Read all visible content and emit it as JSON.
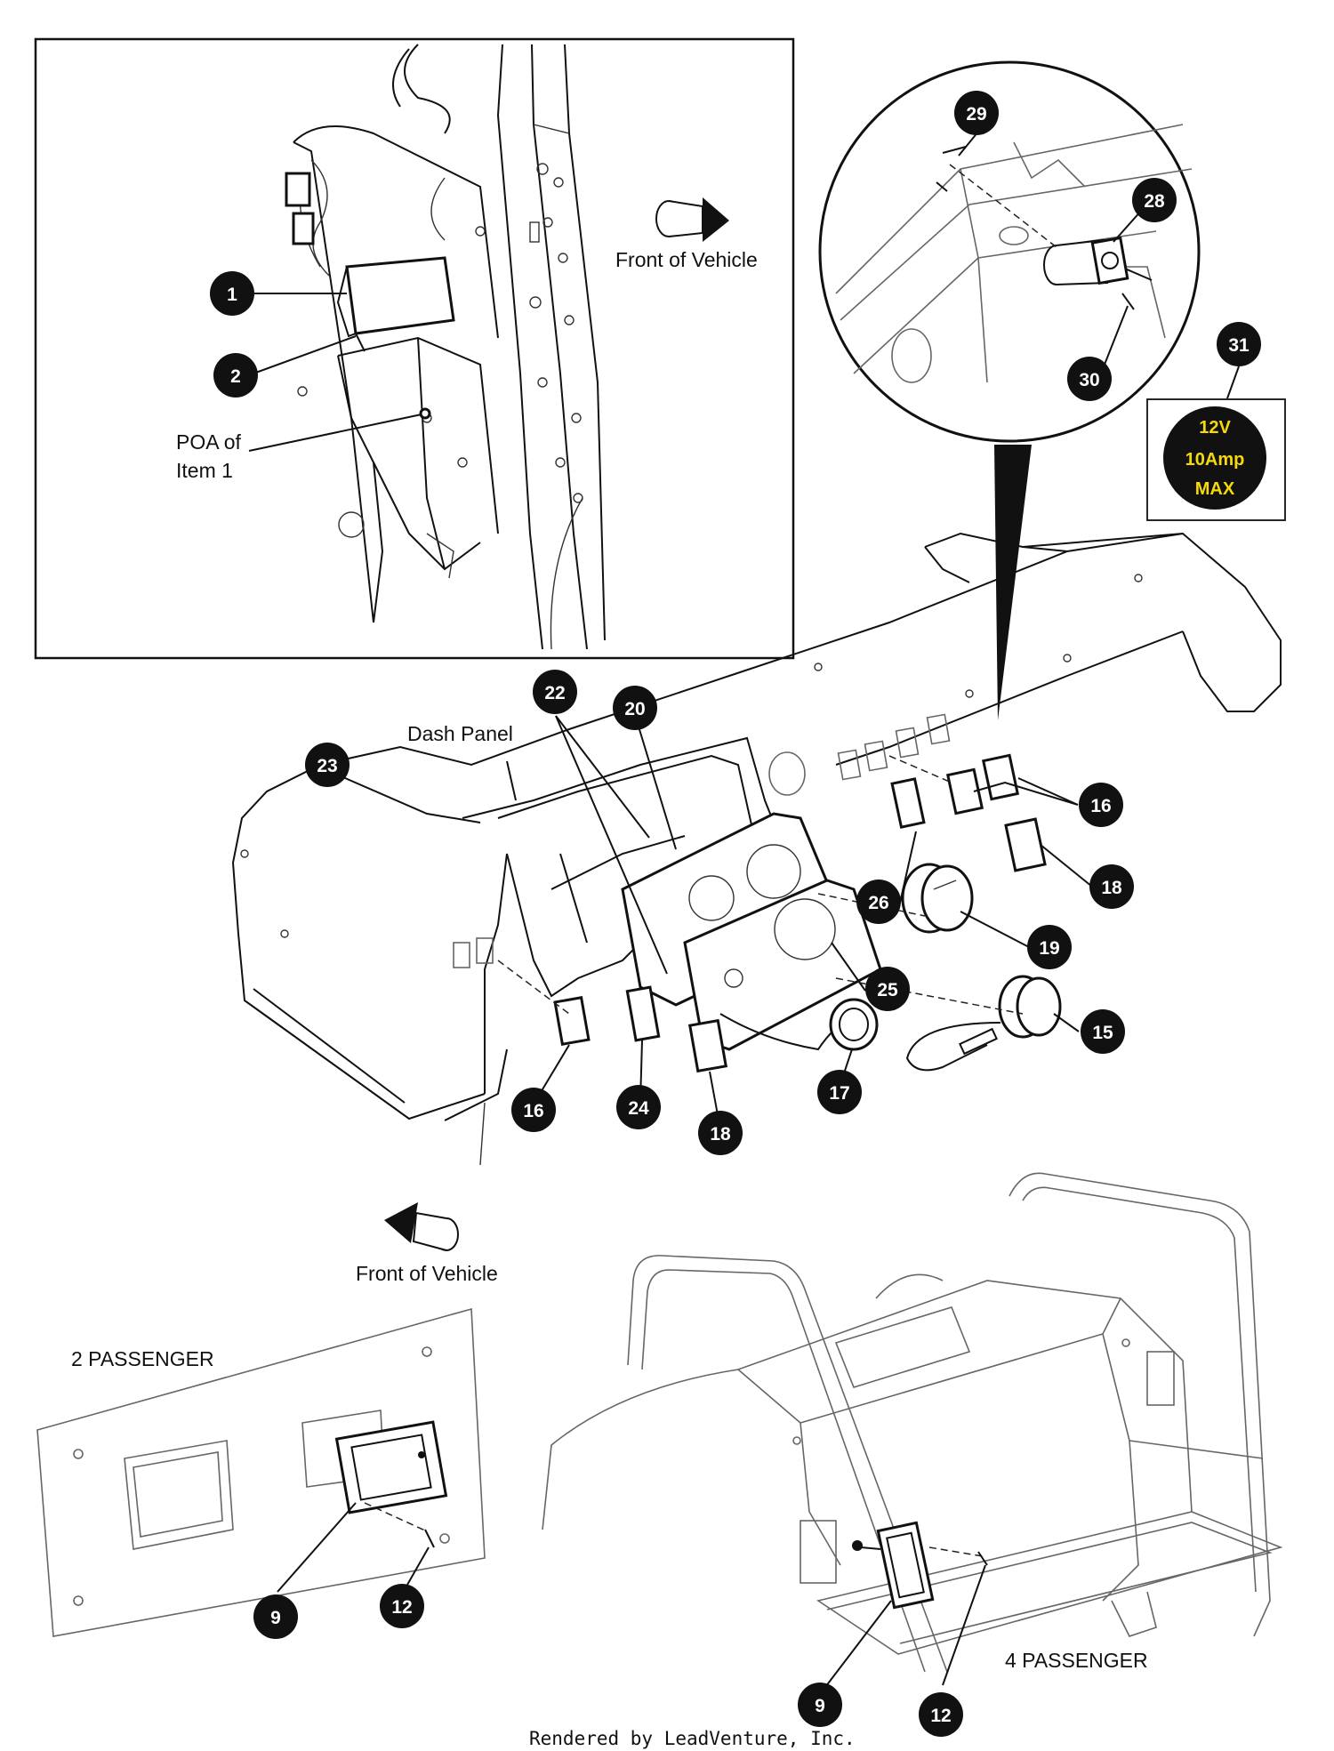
{
  "labels": {
    "front_of_vehicle_top": "Front of Vehicle",
    "front_of_vehicle_bottom": "Front of Vehicle",
    "poa_line1": "POA of",
    "poa_line2": "Item 1",
    "dash_panel": "Dash Panel",
    "two_passenger": "2 PASSENGER",
    "four_passenger": "4 PASSENGER",
    "footer": "Rendered by LeadVenture, Inc."
  },
  "warning_label": {
    "line1": "12V",
    "line2": "10Amp",
    "line3": "MAX",
    "text_color": "#f5d90a",
    "bg_color": "#111111"
  },
  "callouts": {
    "c1": "1",
    "c2": "2",
    "c29": "29",
    "c28": "28",
    "c30": "30",
    "c31": "31",
    "c22": "22",
    "c20": "20",
    "c23": "23",
    "c16a": "16",
    "c18a": "18",
    "c26": "26",
    "c19": "19",
    "c25": "25",
    "c15": "15",
    "c16b": "16",
    "c24": "24",
    "c18b": "18",
    "c17": "17",
    "c9a": "9",
    "c12a": "12",
    "c9b": "9",
    "c12b": "12"
  },
  "colors": {
    "callout_fill": "#111111",
    "callout_text": "#ffffff",
    "line": "#111111"
  }
}
